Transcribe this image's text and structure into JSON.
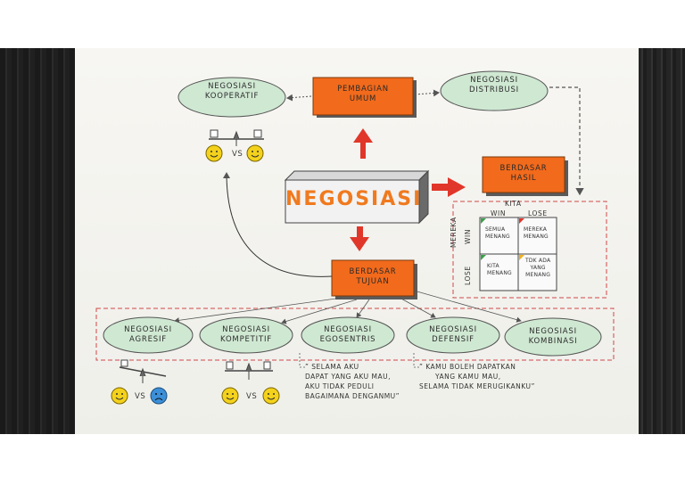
{
  "title": "NEGOSIASI",
  "top": {
    "center": [
      "PEMBAGIAN",
      "UMUM"
    ],
    "left": [
      "NEGOSIASI",
      "KOOPERATIF"
    ],
    "right": [
      "NEGOSIASI",
      "DISTRIBUSI"
    ]
  },
  "hasil": {
    "label": [
      "BERDASAR",
      "HASIL"
    ],
    "kita": "KITA",
    "mereka": "MEREKA",
    "col_headers": [
      "WIN",
      "LOSE"
    ],
    "row_headers": [
      "WIN",
      "LOSE"
    ],
    "cells": [
      [
        "SEMUA",
        "MENANG"
      ],
      [
        "MEREKA",
        "MENANG"
      ],
      [
        "KITA",
        "MENANG"
      ],
      [
        "TDK ADA",
        "YANG",
        "MENANG"
      ]
    ]
  },
  "tujuan": {
    "label": [
      "BERDASAR",
      "TUJUAN"
    ],
    "items": [
      [
        "NEGOSIASI",
        "AGRESIF"
      ],
      [
        "NEGOSIASI",
        "KOMPETITIF"
      ],
      [
        "NEGOSIASI",
        "EGOSENTRIS"
      ],
      [
        "NEGOSIASI",
        "DEFENSIF"
      ],
      [
        "NEGOSIASI",
        "KOMBINASI"
      ]
    ]
  },
  "vs_label": "VS",
  "quotes": {
    "egosentris": [
      "” SELAMA AKU",
      "DAPAT YANG AKU MAU,",
      "AKU TIDAK PEDULI",
      "BAGAIMANA DENGANMU”"
    ],
    "defensif": [
      "” KAMU BOLEH DAPATKAN",
      "YANG KAMU MAU,",
      "SELAMA TIDAK MERUGIKANKU”"
    ]
  },
  "colors": {
    "orange": "#f26a1b",
    "green_fill": "#cfe8d2",
    "red_arrow": "#e0372a",
    "dashed_red": "#d04848",
    "smiley": "#f4d21c",
    "sad": "#3c8fd8"
  },
  "icons": [
    "balance-scale-icon",
    "happy-face-icon",
    "sad-face-icon"
  ]
}
